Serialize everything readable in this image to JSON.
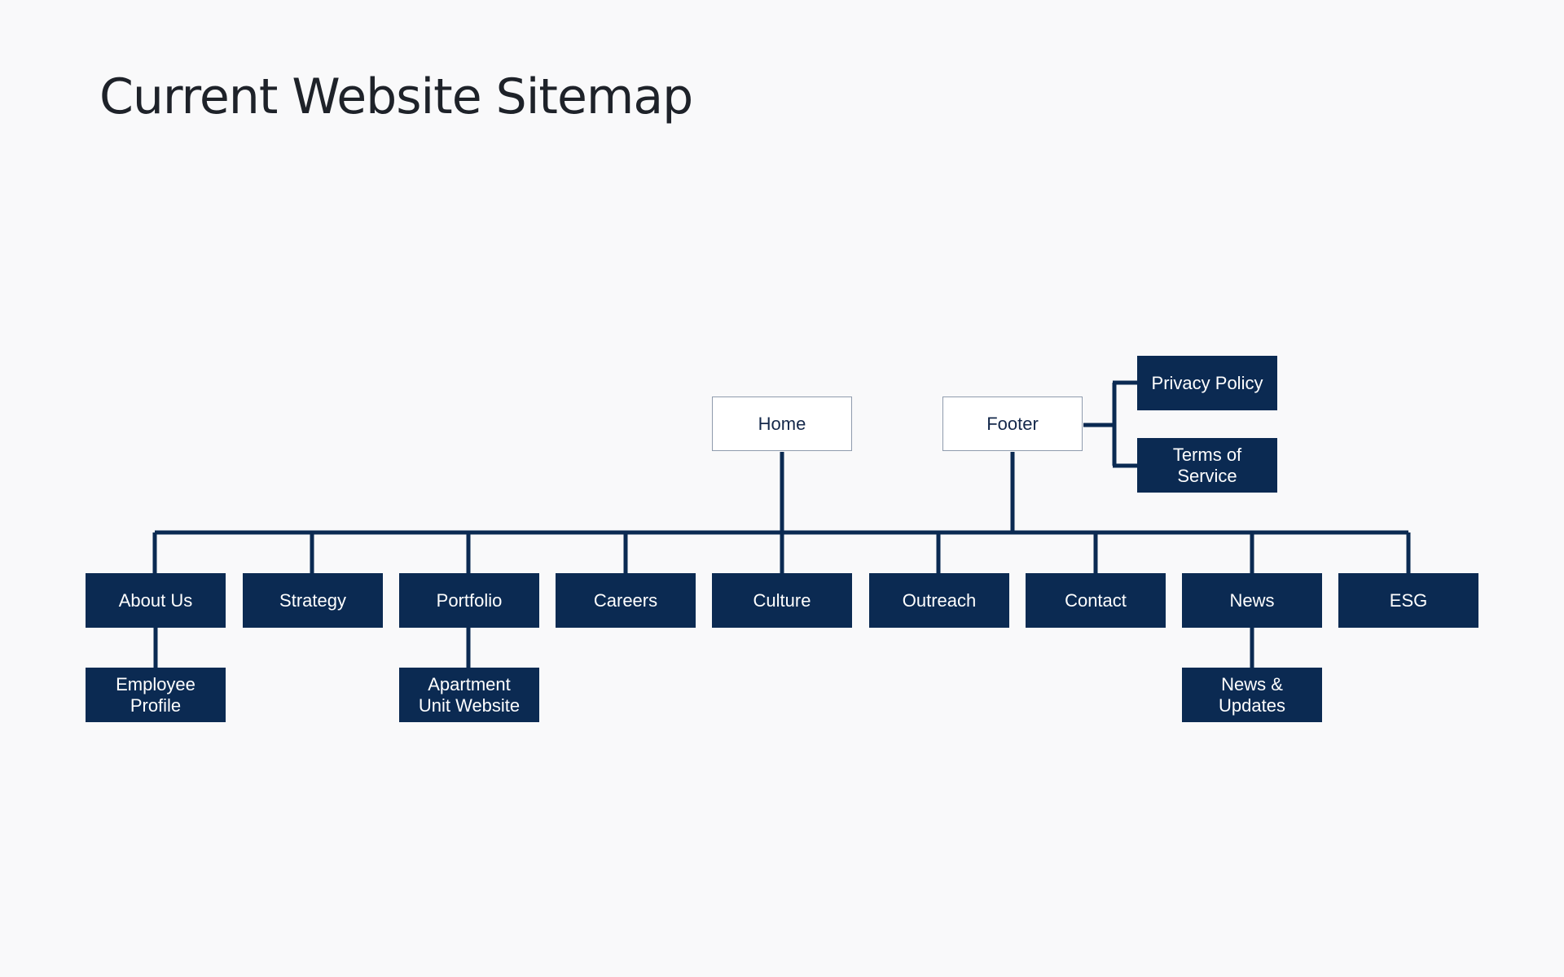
{
  "title": "Current Website Sitemap",
  "colors": {
    "background": "#f9f9fa",
    "node_fill": "#0b2a52",
    "node_text": "#ffffff",
    "root_border": "#8f9bad",
    "connector": "#0b2a52"
  },
  "sitemap": {
    "home": "Home",
    "footer": "Footer",
    "footer_links": [
      "Privacy Policy",
      "Terms of Service"
    ],
    "pages": [
      {
        "label": "About Us",
        "child": "Employee Profile"
      },
      {
        "label": "Strategy"
      },
      {
        "label": "Portfolio",
        "child": "Apartment Unit Website"
      },
      {
        "label": "Careers"
      },
      {
        "label": "Culture"
      },
      {
        "label": "Outreach"
      },
      {
        "label": "Contact"
      },
      {
        "label": "News",
        "child": "News & Updates"
      },
      {
        "label": "ESG"
      }
    ]
  }
}
